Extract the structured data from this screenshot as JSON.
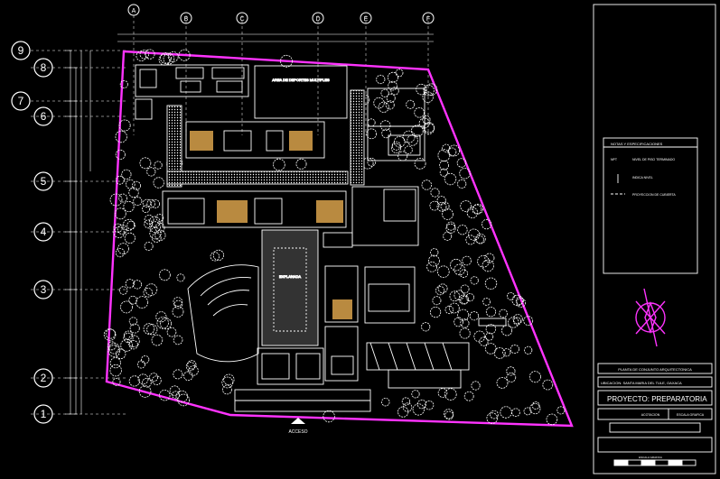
{
  "colors": {
    "background": "#000000",
    "linework": "#ffffff",
    "boundary": "#ff33ff",
    "titleblock_fill": "#ffffff"
  },
  "plan": {
    "top_axes": [
      "A",
      "B",
      "C",
      "D",
      "E",
      "F"
    ],
    "left_axes": [
      "9",
      "8",
      "7",
      "6",
      "5",
      "4",
      "3",
      "2",
      "1"
    ],
    "areas": {
      "sports_field": "AREA DE DEPORTES MULTIPLES",
      "central_hall": "EXPLANADA",
      "access_label": "ACCESO"
    }
  },
  "legend": {
    "title": "NOTAS Y ESPECIFICACIONES",
    "items": [
      {
        "key": "NPT",
        "text": "NIVEL DE PISO TERMINADO"
      },
      {
        "key": "",
        "text": "INDICA NIVEL"
      },
      {
        "key": "",
        "text": "PROYECCION DE CUBIERTA"
      }
    ]
  },
  "titleblock": {
    "drawing_title": "PLANTA DE CONJUNTO ARQUITECTONICA",
    "location": "UBICACION: SANTA MARIA DEL TULE, OAXACA",
    "project_title": "PROYECTO: PREPARATORIA",
    "units": "ACOTACION",
    "scale": "ESCALA GRAFICA",
    "bar_scale_label": "ESCALA GRAFICA"
  }
}
